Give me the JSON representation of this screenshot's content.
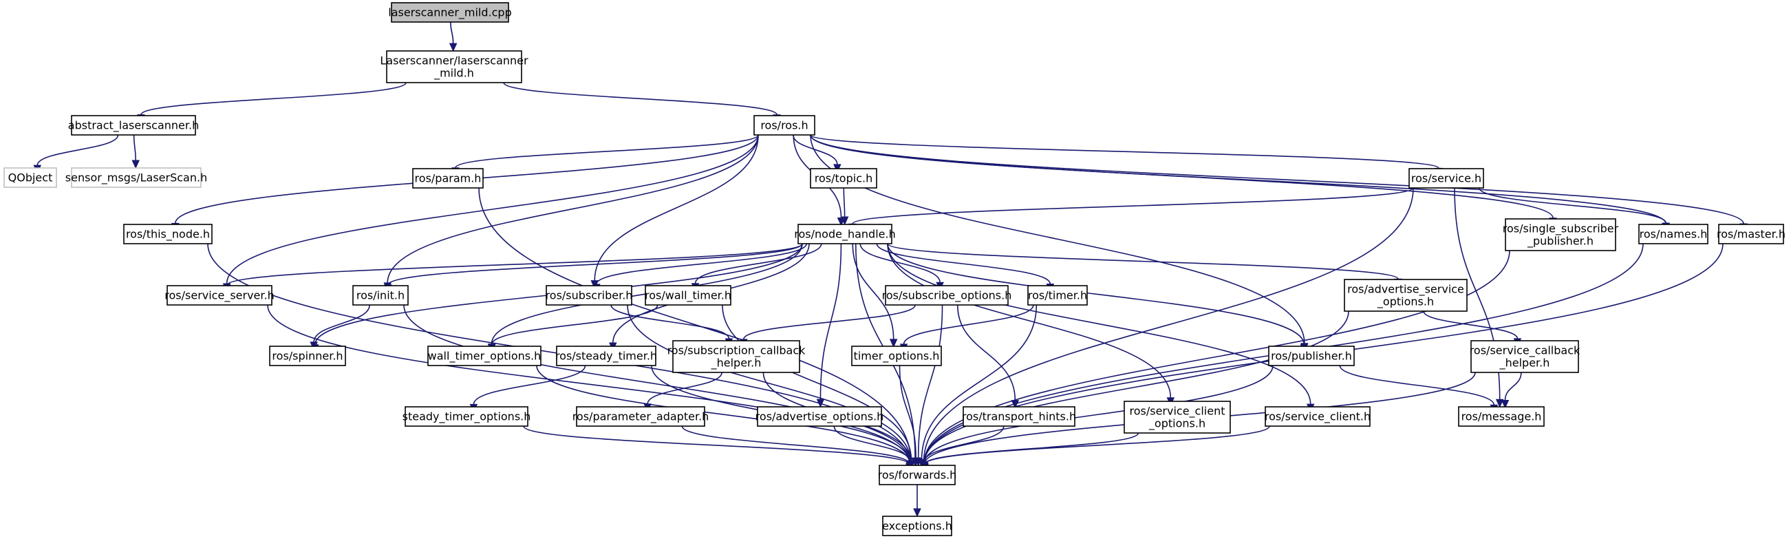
{
  "graph": {
    "nodes": [
      {
        "id": "root",
        "lines": [
          "laserscanner_mild.cpp"
        ],
        "root": true
      },
      {
        "id": "ls_mild",
        "lines": [
          "Laserscanner/laserscanner",
          "_mild.h"
        ]
      },
      {
        "id": "abstract",
        "lines": [
          "abstract_laserscanner.h"
        ]
      },
      {
        "id": "rosh",
        "lines": [
          "ros/ros.h"
        ]
      },
      {
        "id": "qobject",
        "lines": [
          "QObject"
        ],
        "external": true
      },
      {
        "id": "laserscan",
        "lines": [
          "sensor_msgs/LaserScan.h"
        ],
        "external": true
      },
      {
        "id": "this_node",
        "lines": [
          "ros/this_node.h"
        ]
      },
      {
        "id": "param",
        "lines": [
          "ros/param.h"
        ]
      },
      {
        "id": "topic",
        "lines": [
          "ros/topic.h"
        ]
      },
      {
        "id": "service",
        "lines": [
          "ros/service.h"
        ]
      },
      {
        "id": "node_handle",
        "lines": [
          "ros/node_handle.h"
        ]
      },
      {
        "id": "ssp",
        "lines": [
          "ros/single_subscriber",
          "_publisher.h"
        ]
      },
      {
        "id": "names",
        "lines": [
          "ros/names.h"
        ]
      },
      {
        "id": "master",
        "lines": [
          "ros/master.h"
        ]
      },
      {
        "id": "service_server",
        "lines": [
          "ros/service_server.h"
        ]
      },
      {
        "id": "init",
        "lines": [
          "ros/init.h"
        ]
      },
      {
        "id": "subscriber",
        "lines": [
          "ros/subscriber.h"
        ]
      },
      {
        "id": "wall_timer",
        "lines": [
          "ros/wall_timer.h"
        ]
      },
      {
        "id": "subscribe_options",
        "lines": [
          "ros/subscribe_options.h"
        ]
      },
      {
        "id": "timer",
        "lines": [
          "ros/timer.h"
        ]
      },
      {
        "id": "adv_srv_opts",
        "lines": [
          "ros/advertise_service",
          "_options.h"
        ]
      },
      {
        "id": "spinner",
        "lines": [
          "ros/spinner.h"
        ]
      },
      {
        "id": "wall_timer_opts",
        "lines": [
          "wall_timer_options.h"
        ]
      },
      {
        "id": "steady_timer",
        "lines": [
          "ros/steady_timer.h"
        ]
      },
      {
        "id": "sub_cb_helper",
        "lines": [
          "ros/subscription_callback",
          "_helper.h"
        ]
      },
      {
        "id": "timer_opts",
        "lines": [
          "timer_options.h"
        ]
      },
      {
        "id": "publisher",
        "lines": [
          "ros/publisher.h"
        ]
      },
      {
        "id": "srv_cb_helper",
        "lines": [
          "ros/service_callback",
          "_helper.h"
        ]
      },
      {
        "id": "steady_timer_opts",
        "lines": [
          "steady_timer_options.h"
        ]
      },
      {
        "id": "param_adapter",
        "lines": [
          "ros/parameter_adapter.h"
        ]
      },
      {
        "id": "adv_opts",
        "lines": [
          "ros/advertise_options.h"
        ]
      },
      {
        "id": "transport_hints",
        "lines": [
          "ros/transport_hints.h"
        ]
      },
      {
        "id": "srv_client_opts",
        "lines": [
          "ros/service_client",
          "_options.h"
        ]
      },
      {
        "id": "service_client",
        "lines": [
          "ros/service_client.h"
        ]
      },
      {
        "id": "message",
        "lines": [
          "ros/message.h"
        ]
      },
      {
        "id": "forwards",
        "lines": [
          "ros/forwards.h"
        ]
      },
      {
        "id": "exceptions",
        "lines": [
          "exceptions.h"
        ]
      }
    ],
    "edges": [
      [
        "root",
        "ls_mild"
      ],
      [
        "ls_mild",
        "abstract"
      ],
      [
        "ls_mild",
        "rosh"
      ],
      [
        "abstract",
        "qobject"
      ],
      [
        "abstract",
        "laserscan"
      ],
      [
        "rosh",
        "this_node"
      ],
      [
        "rosh",
        "param"
      ],
      [
        "rosh",
        "topic"
      ],
      [
        "rosh",
        "service"
      ],
      [
        "rosh",
        "node_handle"
      ],
      [
        "rosh",
        "ssp"
      ],
      [
        "rosh",
        "names"
      ],
      [
        "rosh",
        "master"
      ],
      [
        "rosh",
        "service_server"
      ],
      [
        "rosh",
        "init"
      ],
      [
        "rosh",
        "subscriber"
      ],
      [
        "rosh",
        "publisher"
      ],
      [
        "topic",
        "node_handle"
      ],
      [
        "service",
        "node_handle"
      ],
      [
        "service",
        "names"
      ],
      [
        "service",
        "message"
      ],
      [
        "service",
        "forwards"
      ],
      [
        "this_node",
        "forwards"
      ],
      [
        "param",
        "forwards"
      ],
      [
        "ssp",
        "forwards"
      ],
      [
        "names",
        "forwards"
      ],
      [
        "master",
        "forwards"
      ],
      [
        "node_handle",
        "service_server"
      ],
      [
        "node_handle",
        "init"
      ],
      [
        "node_handle",
        "subscriber"
      ],
      [
        "node_handle",
        "wall_timer"
      ],
      [
        "node_handle",
        "subscribe_options"
      ],
      [
        "node_handle",
        "timer"
      ],
      [
        "node_handle",
        "adv_srv_opts"
      ],
      [
        "node_handle",
        "spinner"
      ],
      [
        "node_handle",
        "wall_timer_opts"
      ],
      [
        "node_handle",
        "steady_timer"
      ],
      [
        "node_handle",
        "timer_opts"
      ],
      [
        "node_handle",
        "publisher"
      ],
      [
        "node_handle",
        "adv_opts"
      ],
      [
        "node_handle",
        "srv_client_opts"
      ],
      [
        "node_handle",
        "service_client"
      ],
      [
        "node_handle",
        "forwards"
      ],
      [
        "service_server",
        "forwards"
      ],
      [
        "init",
        "spinner"
      ],
      [
        "init",
        "forwards"
      ],
      [
        "subscriber",
        "sub_cb_helper"
      ],
      [
        "subscriber",
        "forwards"
      ],
      [
        "wall_timer",
        "wall_timer_opts"
      ],
      [
        "wall_timer",
        "forwards"
      ],
      [
        "subscribe_options",
        "sub_cb_helper"
      ],
      [
        "subscribe_options",
        "transport_hints"
      ],
      [
        "subscribe_options",
        "forwards"
      ],
      [
        "timer",
        "timer_opts"
      ],
      [
        "timer",
        "forwards"
      ],
      [
        "adv_srv_opts",
        "srv_cb_helper"
      ],
      [
        "adv_srv_opts",
        "forwards"
      ],
      [
        "wall_timer_opts",
        "forwards"
      ],
      [
        "steady_timer",
        "steady_timer_opts"
      ],
      [
        "steady_timer",
        "forwards"
      ],
      [
        "sub_cb_helper",
        "param_adapter"
      ],
      [
        "sub_cb_helper",
        "forwards"
      ],
      [
        "timer_opts",
        "forwards"
      ],
      [
        "publisher",
        "message"
      ],
      [
        "publisher",
        "forwards"
      ],
      [
        "srv_cb_helper",
        "message"
      ],
      [
        "srv_cb_helper",
        "forwards"
      ],
      [
        "steady_timer_opts",
        "forwards"
      ],
      [
        "param_adapter",
        "forwards"
      ],
      [
        "adv_opts",
        "forwards"
      ],
      [
        "transport_hints",
        "forwards"
      ],
      [
        "srv_client_opts",
        "forwards"
      ],
      [
        "service_client",
        "forwards"
      ],
      [
        "forwards",
        "exceptions"
      ]
    ]
  }
}
